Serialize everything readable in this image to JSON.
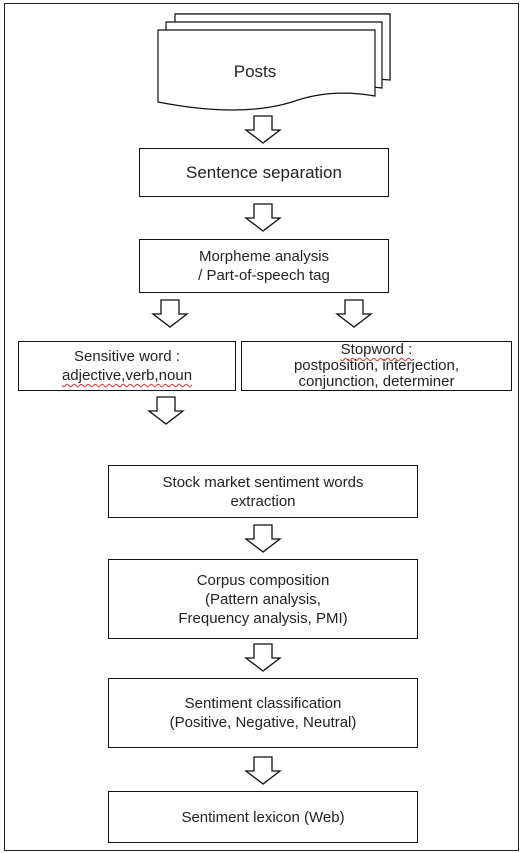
{
  "posts": {
    "label": "Posts"
  },
  "steps": {
    "sentence_separation": "Sentence separation",
    "morpheme": {
      "line1": "Morpheme analysis",
      "line2": "/ Part-of-speech tag"
    },
    "sensitive": {
      "line1": "Sensitive word :",
      "line2": "adjective,verb,noun"
    },
    "stopword": {
      "line1": "Stopword :",
      "line2": "postposition, interjection,",
      "line3": "conjunction, determiner"
    },
    "extraction": {
      "line1": "Stock market sentiment words",
      "line2": "extraction"
    },
    "corpus": {
      "line1": "Corpus composition",
      "line2": "(Pattern analysis,",
      "line3": "Frequency analysis, PMI)"
    },
    "classification": {
      "line1": "Sentiment classification",
      "line2": "(Positive, Negative, Neutral)"
    },
    "lexicon": "Sentiment lexicon (Web)"
  }
}
